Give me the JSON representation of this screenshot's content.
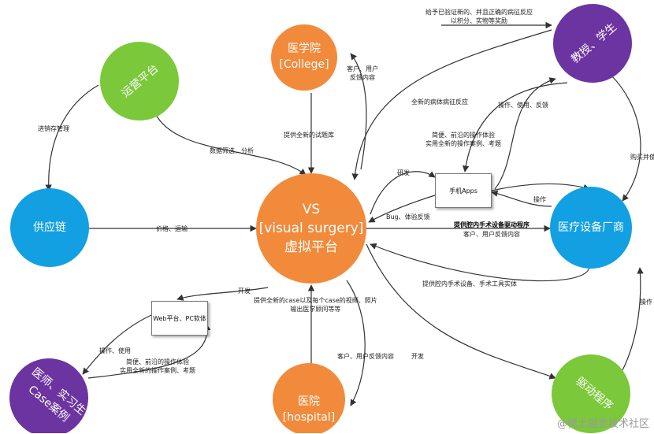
{
  "colors": {
    "orange": "#f28a3c",
    "green": "#7bc83a",
    "blue": "#12a0e2",
    "purple": "#6c34a0",
    "line": "#333333"
  },
  "nodes": {
    "college": "医学院\n[College]",
    "ops": "运营平台",
    "professor": "教授、学生",
    "supply": "供应链",
    "vs": "VS\n[visual surgery]\n虚拟平台",
    "vendor": "医疗设备厂商",
    "doctor": "医师、实习生\nCase案例",
    "hospital": "医院[hospital]",
    "driver": "驱动程序"
  },
  "boxes": {
    "mobile_apps": "手机Apps",
    "web_pc": "Web平台、PC软体"
  },
  "labels": {
    "reward": "给予已验证新的、并且正确的病征反应\n以积分、实物等奖励",
    "college_feedback": "客户、用户\n反馈内容",
    "new_symptom": "全新的病体病征反应",
    "ops_manage": "操作、使用、反馈",
    "new_questions": "提供全新的试题库",
    "inventory": "进销存管理",
    "simple_exp_top": "简便、前沿的操作体验\n实用全新的操作案例、考题",
    "buy": "购买并使",
    "data_filter": "数据筛选、分析",
    "research": "研发",
    "bug_feedback": "Bug、体验反馈",
    "operate_vendor": "操作",
    "price": "价格、运输",
    "driver_program": "提供腔内手术设备驱动程序",
    "vendor_feedback": "客户、用户反馈内容",
    "surgical_equipment": "提供腔内手术设备、手术工具实体",
    "develop_web": "开发",
    "case_info": "提供全新的case以及每个case的视频、照片\n输出医学顾问等等",
    "operate_driver": "操作",
    "ops_use": "操作、使用",
    "simple_exp_bottom": "简便、前沿的操作体验\n实用全新的操作案例、考题",
    "hospital_feedback": "客户、用户反馈内容",
    "develop_driver": "开发"
  },
  "watermark": "@稀土掘金技术社区"
}
